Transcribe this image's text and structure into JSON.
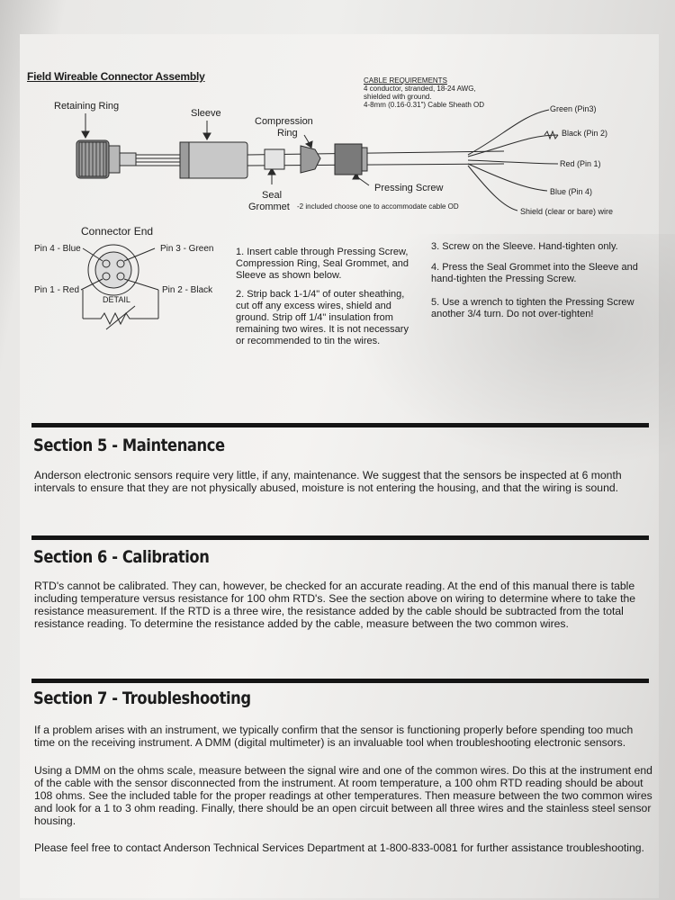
{
  "figure": {
    "title": "Field Wireable Connector Assembly",
    "labels": {
      "retaining_ring": "Retaining Ring",
      "sleeve": "Sleeve",
      "compression_ring_1": "Compression",
      "compression_ring_2": "Ring",
      "seal_1": "Seal",
      "grommet": "Grommet",
      "grommet_note": "-2 included choose one to accommodate cable OD",
      "pressing_screw": "Pressing Screw",
      "green": "Green (Pin3)",
      "black": "Black (Pin 2)",
      "red": "Red (Pin 1)",
      "blue": "Blue (Pin 4)",
      "shield": "Shield (clear or bare) wire"
    },
    "cable_requirements": {
      "heading": "CABLE REQUIREMENTS",
      "line1": "4 conductor, stranded, 18-24 AWG,",
      "line2": "shielded with ground.",
      "line3": "4-8mm (0.16-0.31\") Cable Sheath OD"
    },
    "connector_end": {
      "title": "Connector End",
      "pin4": "Pin 4 - Blue",
      "pin3": "Pin 3 - Green",
      "pin1": "Pin 1 - Red",
      "pin2": "Pin 2 - Black",
      "detail": "DETAIL"
    },
    "steps": {
      "s1": "1. Insert cable through Pressing Screw, Compression Ring, Seal Grommet, and Sleeve as shown below.",
      "s2": "2. Strip back 1-1/4\" of outer sheathing, cut off any excess wires, shield and ground.  Strip off 1/4\" insulation from remaining two wires.  It is not necessary or recommended to tin the wires.",
      "s3": "3. Screw on the Sleeve. Hand-tighten only.",
      "s4": "4. Press the Seal Grommet into the Sleeve and hand-tighten the Pressing Screw.",
      "s5": "5. Use a wrench to tighten the Pressing Screw another 3/4 turn.  Do not over-tighten!"
    }
  },
  "sections": {
    "s5": {
      "title": "Section 5 - Maintenance",
      "p1": "Anderson electronic sensors require very little, if any, maintenance.  We suggest that the sensors be inspected at 6 month intervals to ensure that they are not physically abused, moisture is not entering the housing, and that the wiring is sound."
    },
    "s6": {
      "title": "Section 6 - Calibration",
      "p1": "RTD's cannot be calibrated.  They can, however, be checked for an accurate reading.  At the end of this manual there is table including temperature versus resistance for 100 ohm RTD's.  See the section above on wiring to determine where to take the resistance measurement.  If the RTD is a three wire, the resistance added by the cable should be subtracted from the total resistance reading.  To determine the resistance added by the cable, measure between the two common wires."
    },
    "s7": {
      "title": "Section 7 - Troubleshooting",
      "p1": "If a problem arises with an instrument, we typically confirm that the sensor is functioning properly before spending too much time on the receiving instrument.  A DMM (digital multimeter) is an invaluable tool when troubleshooting electronic sensors.",
      "p2": "Using a DMM on the ohms scale, measure between the signal wire and one of the common wires.  Do this at the instrument end of the cable with the sensor disconnected from the instrument.  At room temperature, a 100 ohm RTD reading should be about 108 ohms.  See the included table for the proper readings at other temperatures.  Then measure between the two common wires and look for a 1 to 3 ohm reading.  Finally, there should be an open circuit between all three wires and the stainless steel sensor housing.",
      "p3": "Please feel free to contact Anderson Technical Services Department at 1-800-833-0081 for further assistance troubleshooting."
    }
  }
}
